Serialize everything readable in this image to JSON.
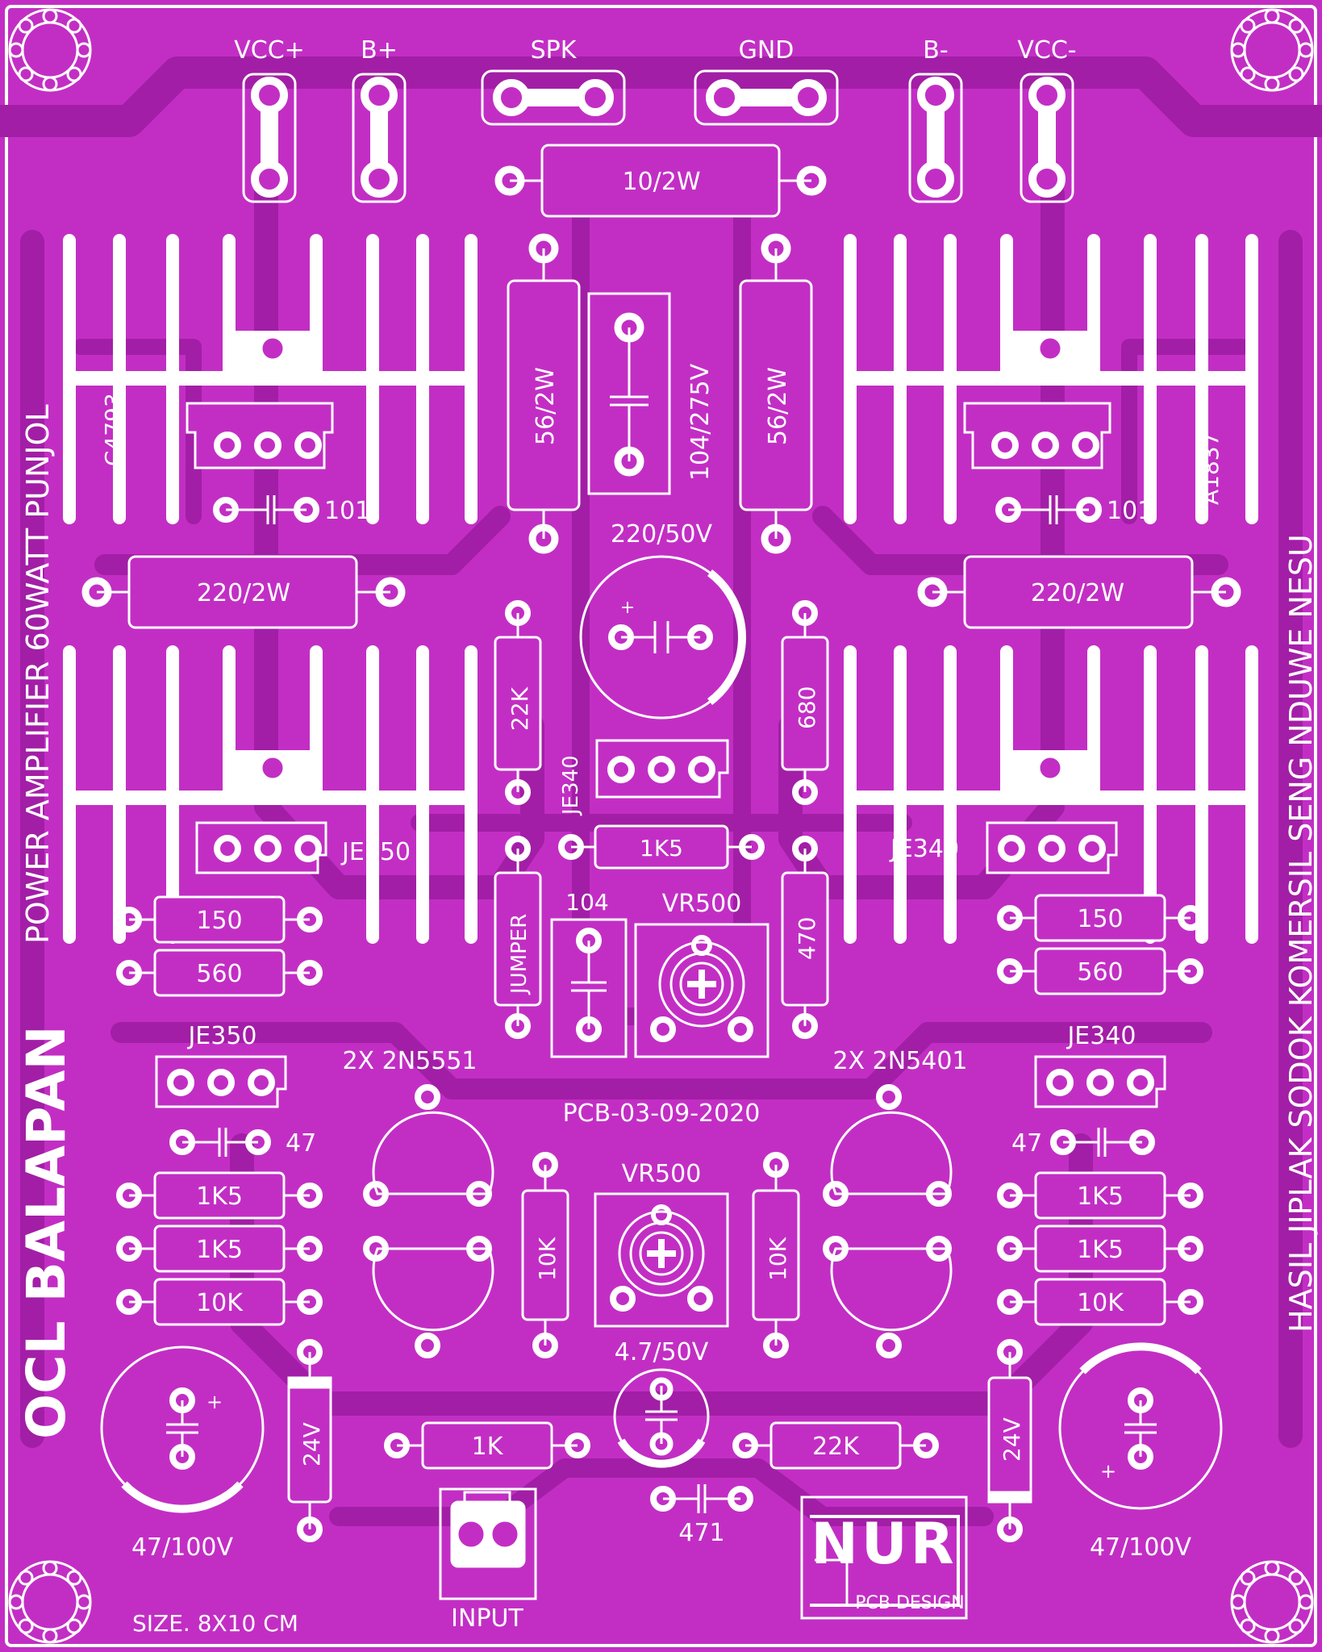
{
  "colors": {
    "board": "#c22ec4",
    "board_dark": "#a21ea6",
    "trace": "#9a1a9e",
    "silk": "#ffffff"
  },
  "connectors": {
    "vcc_plus": "VCC+",
    "b_plus": "B+",
    "spk": "SPK",
    "gnd": "GND",
    "b_minus": "B-",
    "vcc_minus": "VCC-"
  },
  "components": {
    "r_10_2w": "10/2W",
    "r_56_2w_left": "56/2W",
    "cap_104_275v": "104/275V",
    "r_56_2w_right": "56/2W",
    "q_c4793": "C4793",
    "q_a1837": "A1837",
    "cap_101_left": "101",
    "cap_101_right": "101",
    "cap_220_50v": "220/50V",
    "r_220_2w_left": "220/2W",
    "r_220_2w_right": "220/2W",
    "r_22k_top": "22K",
    "r_680": "680",
    "q_je340_center": "JE340",
    "r_1k5_center": "1K5",
    "q_je350_left": "JE350",
    "q_je340_right": "JE340",
    "jumper": "JUMPER",
    "cap_104": "104",
    "vr500_top": "VR500",
    "r_470": "470",
    "r_150_left": "150",
    "r_560_left": "560",
    "r_150_right": "150",
    "r_560_right": "560",
    "q_je350_left_lower": "JE350",
    "q_je340_right_lower": "JE340",
    "q_2n5551": "2X 2N5551",
    "q_2n5401": "2X 2N5401",
    "pcb_date": "PCB-03-09-2020",
    "vr500_bottom": "VR500",
    "cap_47_left": "47",
    "cap_47_right": "47",
    "r_1k5_left_a": "1K5",
    "r_1k5_left_b": "1K5",
    "r_10k_left": "10K",
    "r_1k5_right_a": "1K5",
    "r_1k5_right_b": "1K5",
    "r_10k_right": "10K",
    "r_10k_center_left": "10K",
    "r_10k_center_right": "10K",
    "cap_4u7_50v": "4.7/50V",
    "zener_24v_left": "24V",
    "zener_24v_right": "24V",
    "r_1k": "1K",
    "r_22k_bottom": "22K",
    "cap_471": "471",
    "cap_47_100v_left": "47/100V",
    "cap_47_100v_right": "47/100V",
    "input": "INPUT",
    "plus_sign": "+"
  },
  "side_text": {
    "left_main": "POWER AMPLIFIER 60WATT PUNJOL",
    "left_big": "OCL BALAPAN",
    "right_main": "HASIL JIPLAK SODOK KOMERSIL SENG NDUWE NESU"
  },
  "footer": {
    "size": "SIZE. 8X10 CM"
  },
  "logo": {
    "mark": "NUR",
    "caption": "PCB DESIGN"
  },
  "icons": [
    "mounting-hole-icon",
    "trimmer-pot-icon",
    "heatsink-icon",
    "capacitor-icon",
    "resistor-icon",
    "transistor-icon"
  ]
}
